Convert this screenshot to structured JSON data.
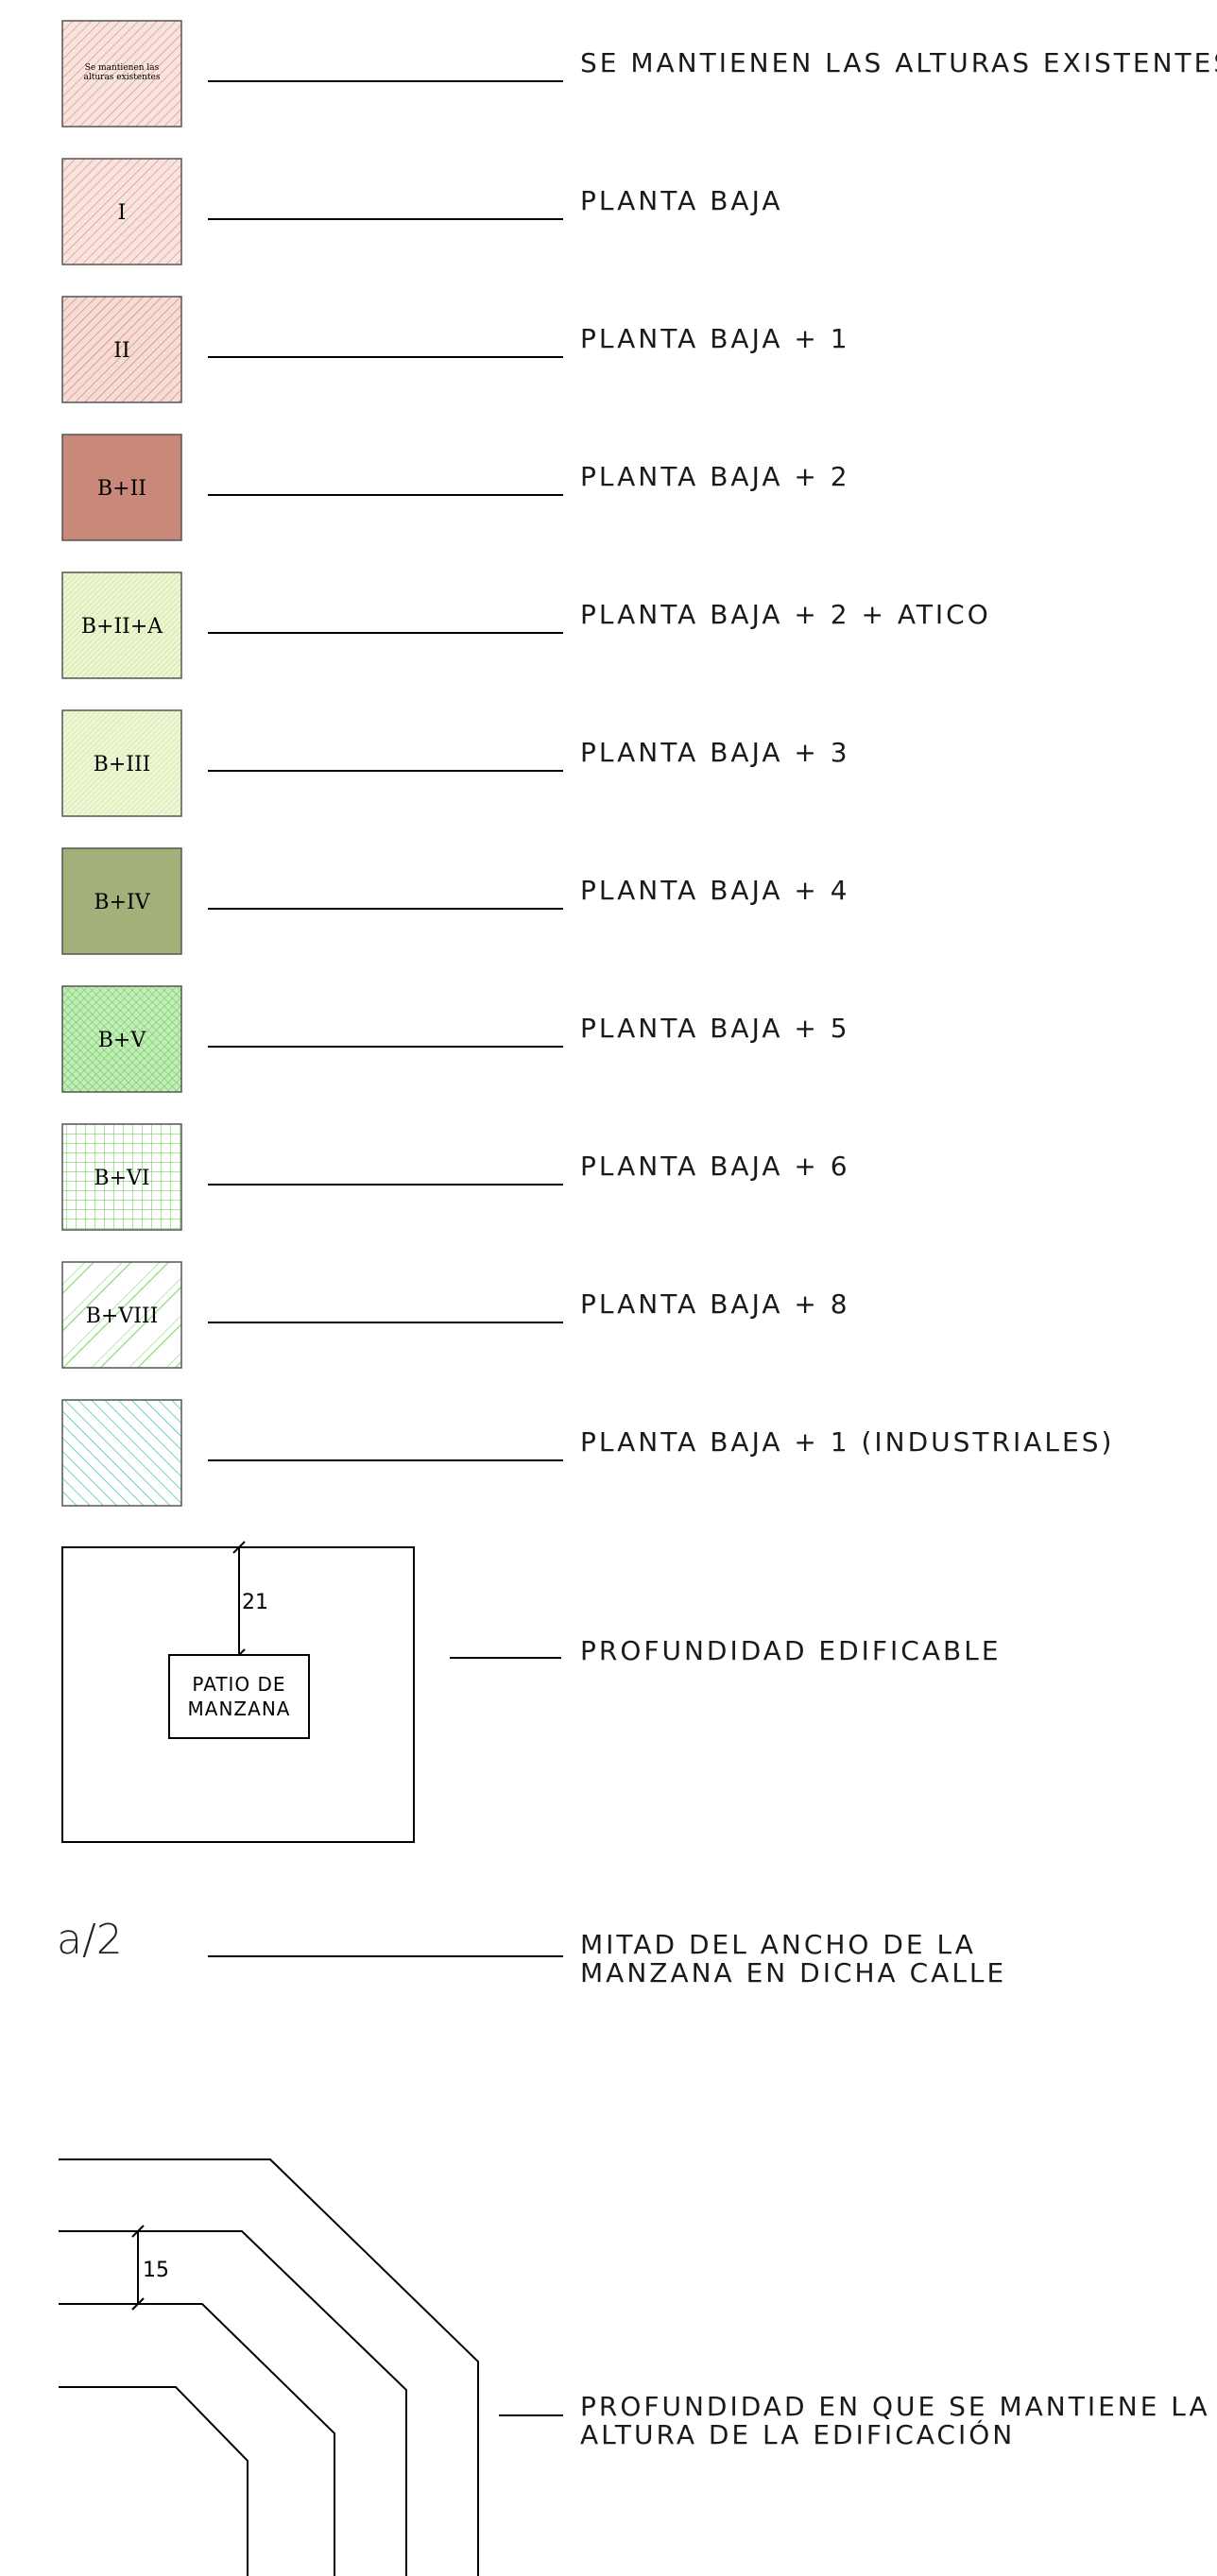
{
  "legend_items": [
    {
      "swatch_text": [
        "Se mantienen las",
        "alturas existentes"
      ],
      "label": "SE MANTIENEN LAS ALTURAS EXISTENTES",
      "fill": "#f7e4df",
      "hatch": "diag",
      "hatch_color": "#e08878"
    },
    {
      "swatch_text": [
        "I"
      ],
      "label": "PLANTA BAJA",
      "fill": "#f7e4df",
      "hatch": "diag",
      "hatch_color": "#e08878"
    },
    {
      "swatch_text": [
        "II"
      ],
      "label": "PLANTA BAJA + 1",
      "fill": "#f5dcd5",
      "hatch": "diag",
      "hatch_color": "#d97a6a"
    },
    {
      "swatch_text": [
        "B+II"
      ],
      "label": "PLANTA BAJA + 2",
      "fill": "#c8887a",
      "hatch": "none",
      "hatch_color": "#c8887a"
    },
    {
      "swatch_text": [
        "B+II+A"
      ],
      "label": "PLANTA BAJA + 2 + ATICO",
      "fill": "#eef7d2",
      "hatch": "diag-dense",
      "hatch_color": "#b8d48a"
    },
    {
      "swatch_text": [
        "B+III"
      ],
      "label": "PLANTA BAJA + 3",
      "fill": "#eef7d4",
      "hatch": "diag-dense",
      "hatch_color": "#c4dc98"
    },
    {
      "swatch_text": [
        "B+IV"
      ],
      "label": "PLANTA BAJA + 4",
      "fill": "#a4b07a",
      "hatch": "none",
      "hatch_color": "#a4b07a"
    },
    {
      "swatch_text": [
        "B+V"
      ],
      "label": "PLANTA BAJA + 5",
      "fill": "#c2ecb8",
      "hatch": "cross",
      "hatch_color": "#5cc44a"
    },
    {
      "swatch_text": [
        "B+VI"
      ],
      "label": "PLANTA BAJA + 6",
      "fill": "#ffffff",
      "hatch": "grid",
      "hatch_color": "#6fd05c"
    },
    {
      "swatch_text": [
        "B+VIII"
      ],
      "label": "PLANTA BAJA + 8",
      "fill": "#ffffff",
      "hatch": "wide-diag",
      "hatch_color": "#8fdc7a"
    },
    {
      "swatch_text": [],
      "label": "PLANTA BAJA + 1 (INDUSTRIALES)",
      "fill": "#ffffff",
      "hatch": "back-diag",
      "hatch_color": "#3abcb0"
    }
  ],
  "depth_diagram": {
    "dimension": "21",
    "box_text": [
      "PATIO DE",
      "MANZANA"
    ],
    "label": "PROFUNDIDAD EDIFICABLE"
  },
  "half_width": {
    "symbol": "a/2",
    "label": [
      "MITAD DEL ANCHO DE LA",
      "MANZANA EN DICHA CALLE"
    ]
  },
  "height_depth_diagram": {
    "dimension": "15",
    "label": [
      "PROFUNDIDAD EN QUE SE MANTIENE LA",
      "ALTURA DE LA EDIFICACIÓN"
    ]
  }
}
